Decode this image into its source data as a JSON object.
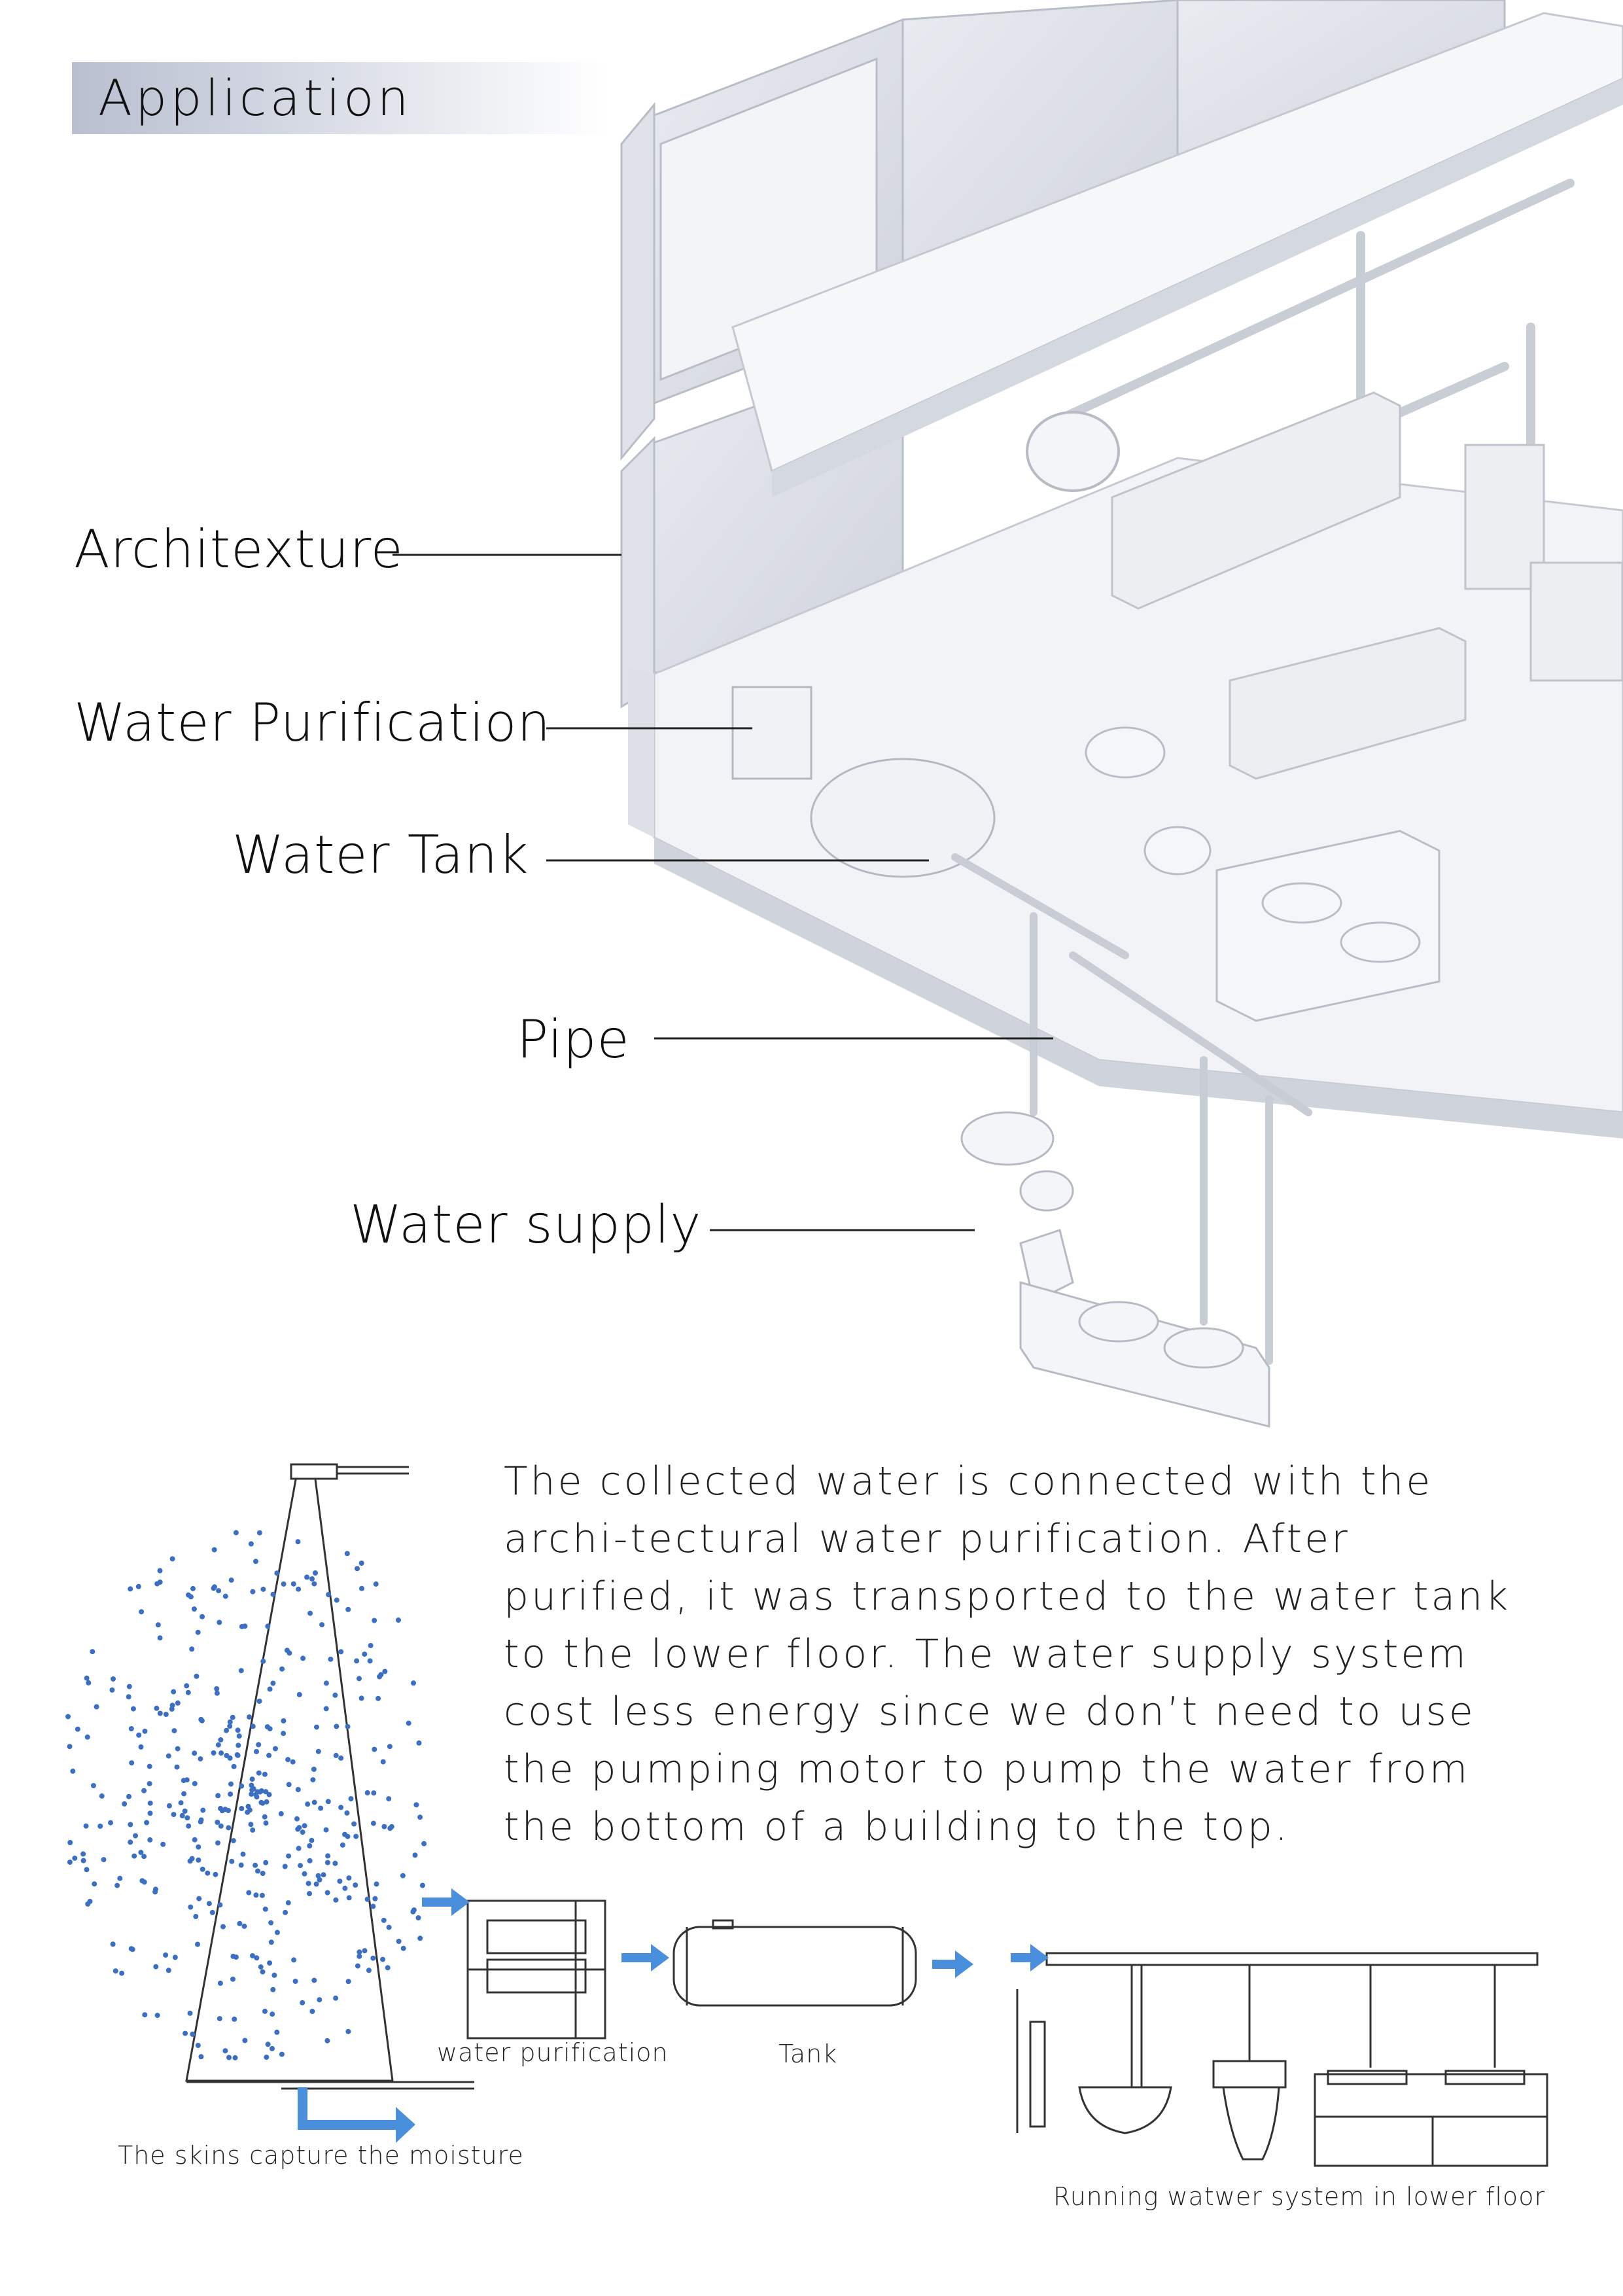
{
  "header": {
    "title": "Application"
  },
  "callouts": {
    "architecture": "Architexture",
    "purification": "Water Purification",
    "tank": "Water Tank",
    "pipe": "Pipe",
    "supply": "Water supply"
  },
  "description": "The collected water is connected with the archi-tectural water purification. After purified, it was transported to the water tank to the lower floor. The water supply system cost less energy since we don’t need to use the pumping motor to pump the water from the bottom of a building to the top.",
  "diagram_captions": {
    "skin": "The skins capture the moisture",
    "purification": "water purification",
    "tank": "Tank",
    "running": "Running watwer system in lower floor"
  },
  "colors": {
    "accent_arrow": "#4a8fdc",
    "droplet": "#3a6fc4",
    "header_gradient": "#b9bfd0"
  }
}
